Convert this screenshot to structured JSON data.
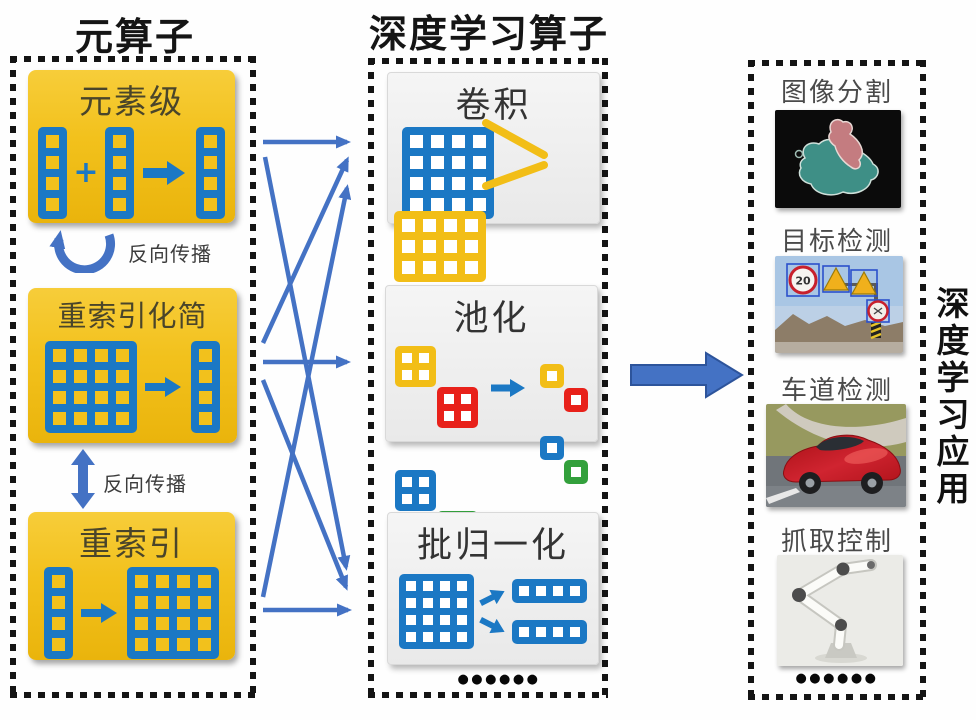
{
  "titles": {
    "left": "元算子",
    "middle": "深度学习算子",
    "right_vertical": "深度学习应用"
  },
  "meta_operators": {
    "boxes": [
      {
        "label": "元素级"
      },
      {
        "label": "重索引化简"
      },
      {
        "label": "重索引"
      }
    ],
    "backprop": [
      "反向传播",
      "反向传播"
    ]
  },
  "dl_operators": {
    "boxes": [
      {
        "label": "卷积"
      },
      {
        "label": "池化"
      },
      {
        "label": "批归一化"
      }
    ],
    "ellipsis": "●●●●●●"
  },
  "applications": {
    "items": [
      {
        "label": "图像分割"
      },
      {
        "label": "目标检测"
      },
      {
        "label": "车道检测"
      },
      {
        "label": "抓取控制"
      }
    ],
    "ellipsis": "●●●●●●",
    "detection_sign": "20"
  },
  "icons": {
    "plus": "+"
  },
  "colors": {
    "operator_box_yellow": "#F2C11C",
    "pixel_blue": "#1B78C4",
    "connector_blue": "#4472C4",
    "dl_box_gray": "#EFEFEF",
    "pool_yellow": "#F2BE17",
    "pool_red": "#E8211A",
    "pool_green": "#33A03C"
  }
}
